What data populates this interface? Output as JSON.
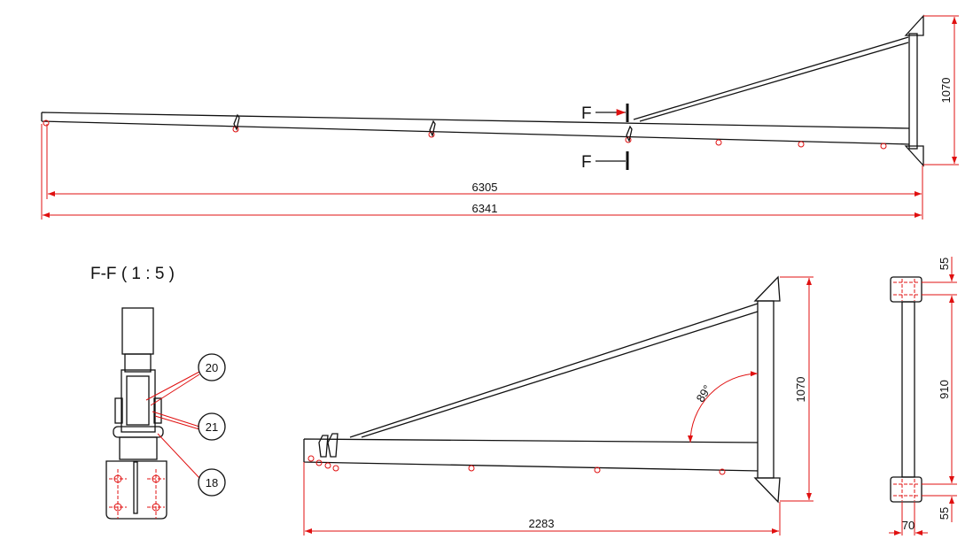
{
  "section_label": "F-F ( 1 : 5 )",
  "section_marker": "F",
  "top_view": {
    "dim_height": "1070",
    "dim_inner_length": "6305",
    "dim_total_length": "6341"
  },
  "side_view": {
    "dim_height": "1070",
    "dim_length": "2283",
    "angle": "89°"
  },
  "end_view": {
    "dim_top_offset": "55",
    "dim_pitch": "910",
    "dim_bottom_offset": "55",
    "dim_width": "70"
  },
  "balloons": [
    "20",
    "21",
    "18"
  ],
  "colors": {
    "line": "#111111",
    "dimension": "#e01010"
  }
}
